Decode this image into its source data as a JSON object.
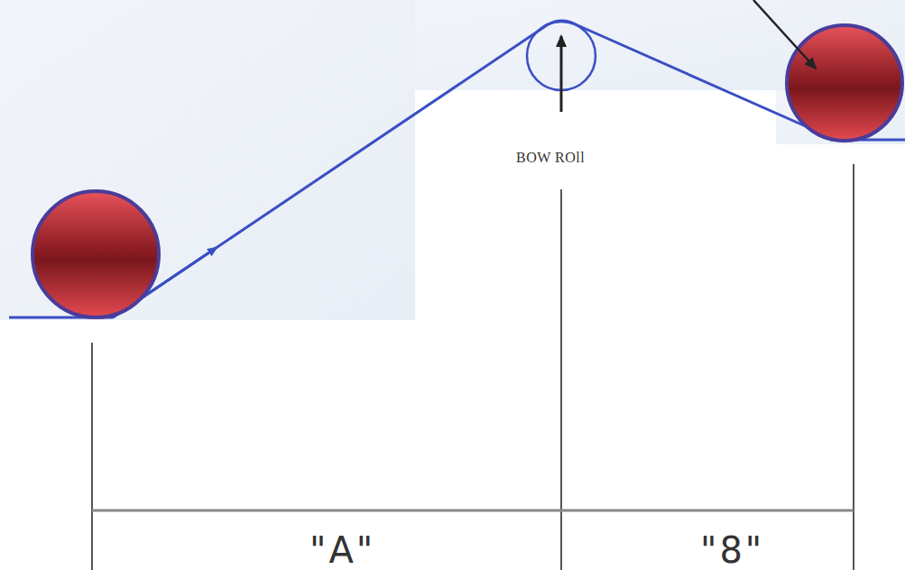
{
  "diagram": {
    "labels": [
      "BOW ROll",
      "\"A\"",
      "\"8\""
    ]
  }
}
